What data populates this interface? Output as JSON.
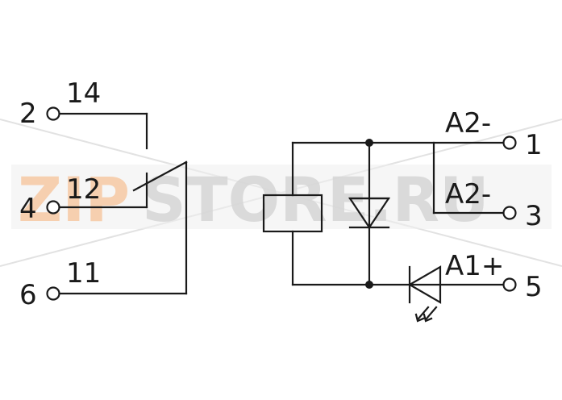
{
  "watermark": {
    "part1": "ZIP",
    "part2": "STORE.RU"
  },
  "contacts": {
    "pin_2": "2",
    "pin_14": "14",
    "pin_4": "4",
    "pin_12": "12",
    "pin_6": "6",
    "pin_11": "11"
  },
  "coil": {
    "pin_1": "1",
    "label_1": "A2-",
    "pin_3": "3",
    "label_3": "A2-",
    "pin_5": "5",
    "label_5": "A1+"
  },
  "colors": {
    "line": "#1a1a1a",
    "watermark_orange": "#f7c9a3",
    "watermark_gray": "#d6d6d6"
  }
}
